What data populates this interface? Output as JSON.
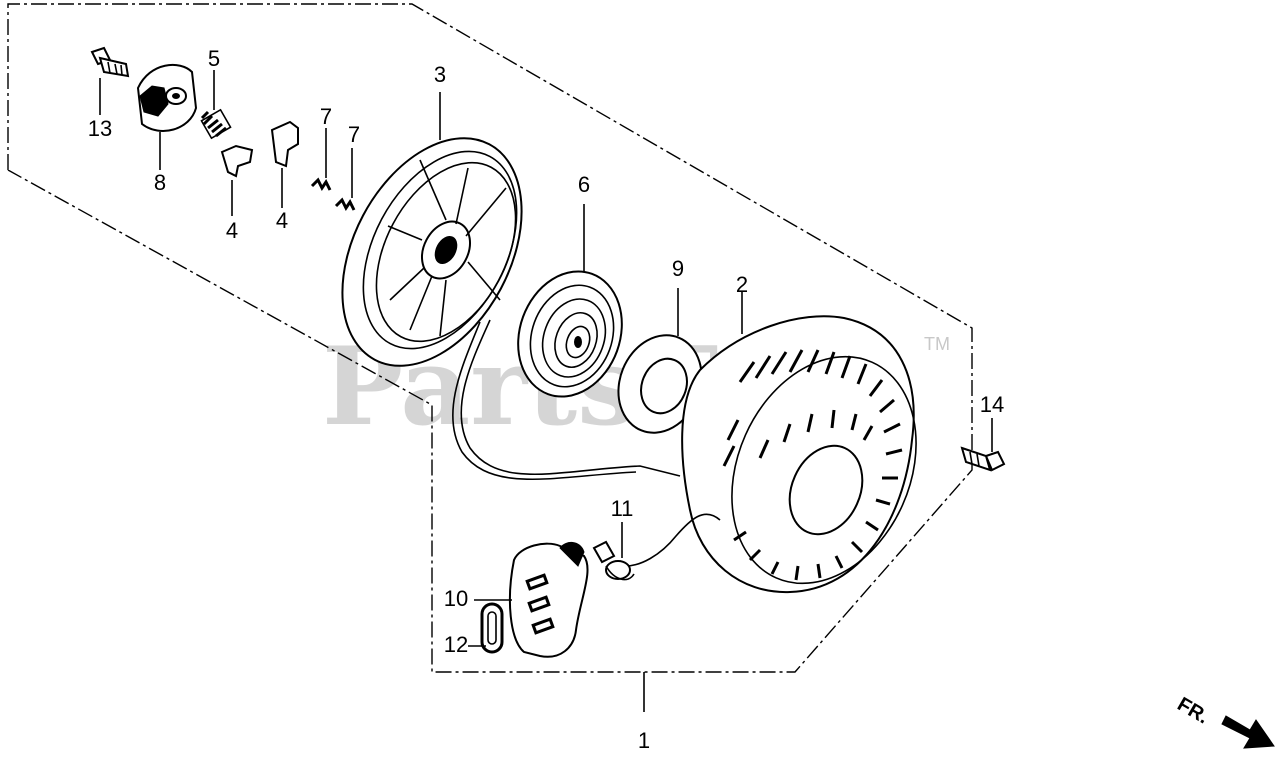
{
  "watermark": {
    "text": "PartsTree",
    "tm": "TM"
  },
  "front_indicator": "FR.",
  "callouts": [
    {
      "id": "13",
      "label": "13",
      "part": "bolt"
    },
    {
      "id": "8",
      "label": "8",
      "part": "ratchet-cover"
    },
    {
      "id": "5",
      "label": "5",
      "part": "spring"
    },
    {
      "id": "4a",
      "label": "4",
      "part": "ratchet"
    },
    {
      "id": "4b",
      "label": "4",
      "part": "ratchet"
    },
    {
      "id": "7a",
      "label": "7",
      "part": "ratchet-spring"
    },
    {
      "id": "7b",
      "label": "7",
      "part": "ratchet-spring"
    },
    {
      "id": "3",
      "label": "3",
      "part": "reel"
    },
    {
      "id": "6",
      "label": "6",
      "part": "recoil-spring"
    },
    {
      "id": "9",
      "label": "9",
      "part": "spring-cover"
    },
    {
      "id": "2",
      "label": "2",
      "part": "starter-case"
    },
    {
      "id": "14",
      "label": "14",
      "part": "flange-bolt"
    },
    {
      "id": "11",
      "label": "11",
      "part": "starter-rope"
    },
    {
      "id": "10",
      "label": "10",
      "part": "starter-grip"
    },
    {
      "id": "12",
      "label": "12",
      "part": "grip-insert"
    },
    {
      "id": "1",
      "label": "1",
      "part": "recoil-starter-assembly"
    }
  ]
}
